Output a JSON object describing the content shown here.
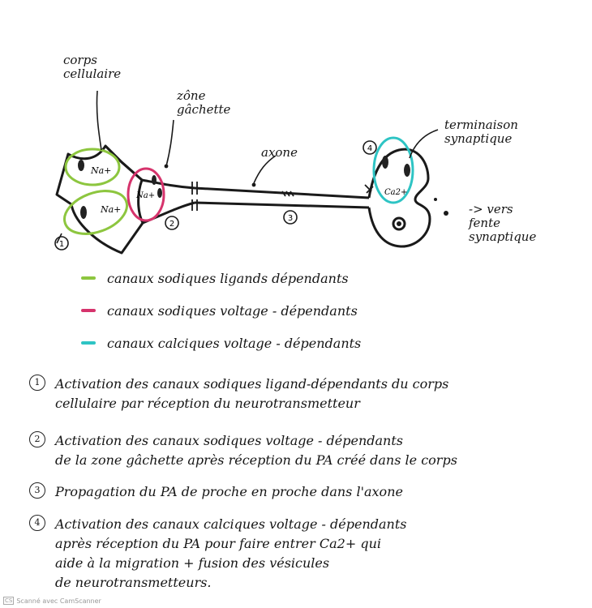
{
  "diagram": {
    "labels": {
      "cell_body": "corps\ncellulaire",
      "trigger_zone": "zône\ngâchette",
      "axon": "axone",
      "terminal": "terminaison\nsynaptique",
      "cleft": "-> vers\nfente\nsynaptique"
    },
    "markers": {
      "m1": "1",
      "m2": "2",
      "m3": "3",
      "m4": "4"
    },
    "ions": {
      "na_a": "Na+",
      "na_b": "Na+",
      "na_c": "Na+",
      "ca": "Ca2+"
    }
  },
  "legend": [
    {
      "text": "canaux sodiques ligands dépendants",
      "color": "#8dc63f"
    },
    {
      "text": "canaux sodiques voltage - dépendants",
      "color": "#d6336c"
    },
    {
      "text": "canaux calciques voltage - dépendants",
      "color": "#2ec4c4"
    }
  ],
  "steps": [
    {
      "num": "1",
      "text": "Activation des canaux sodiques ligand-dépendants du corps\ncellulaire par réception du neurotransmetteur"
    },
    {
      "num": "2",
      "text": "Activation des canaux sodiques voltage - dépendants\nde la zone gâchette après réception du PA créé dans le corps"
    },
    {
      "num": "3",
      "text": "Propagation du PA de proche en proche dans l'axone"
    },
    {
      "num": "4",
      "text": "Activation des canaux calciques voltage - dépendants\naprès réception du PA pour faire entrer Ca2+ qui\naide à la migration + fusion des vésicules\nde neurotransmetteurs."
    }
  ],
  "footer": {
    "badge": "CS",
    "text": "Scanné avec CamScanner"
  }
}
